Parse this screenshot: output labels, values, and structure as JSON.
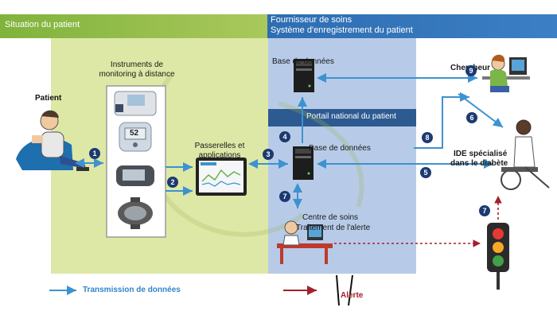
{
  "header": {
    "situation": "Situation du patient",
    "provider_line1": "Fournisseur de soins",
    "provider_line2": "Système d'enregistrement du patient"
  },
  "labels": {
    "patient": "Patient",
    "instruments": "Instruments de monitoring à distance",
    "gateways": "Passerelles et applications",
    "database_top": "Base de données",
    "portal": "Portail national du patient",
    "database_mid": "Base de données",
    "care_center_line1": "Centre de soins",
    "care_center_line2": "Traitement de l'alerte",
    "researcher": "Chercheur",
    "nurse_line1": "IDE spécialisé",
    "nurse_line2": "dans le diabète",
    "device_reading": "52"
  },
  "steps": [
    "1",
    "2",
    "3",
    "4",
    "5",
    "6",
    "7",
    "8",
    "9",
    "7"
  ],
  "legend": {
    "data_transmission": "Transmission de données",
    "alert": "Alerte"
  },
  "colors": {
    "header_green": "#7fb33c",
    "header_blue": "#2e6db1",
    "zone_green": "#dde8a6",
    "zone_blue": "#b7cbe8",
    "portal_navy": "#2d5a91",
    "arrow_blue": "#3d92cf",
    "alert_red": "#a3212a",
    "step_badge": "#1c3a71"
  }
}
